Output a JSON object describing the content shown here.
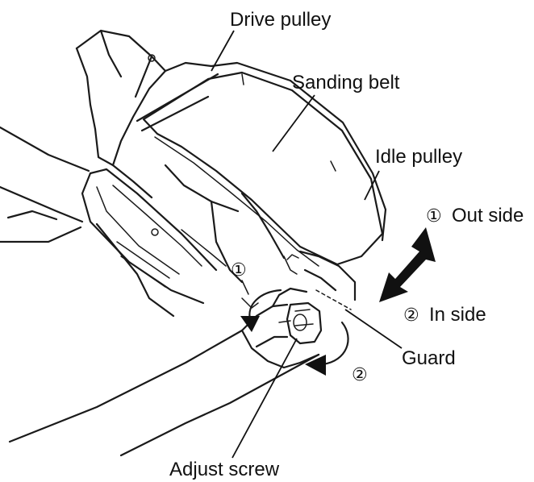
{
  "labels": {
    "drive_pulley": "Drive pulley",
    "sanding_belt": "Sanding belt",
    "idle_pulley": "Idle pulley",
    "out_side": "Out side",
    "in_side": "In side",
    "guard": "Guard",
    "adjust_screw": "Adjust screw"
  },
  "markers": {
    "one": "①",
    "two": "②"
  },
  "colors": {
    "belt_fill": "#c9c9c9",
    "arrow_fill": "#111111",
    "line": "#1a1a1a"
  }
}
